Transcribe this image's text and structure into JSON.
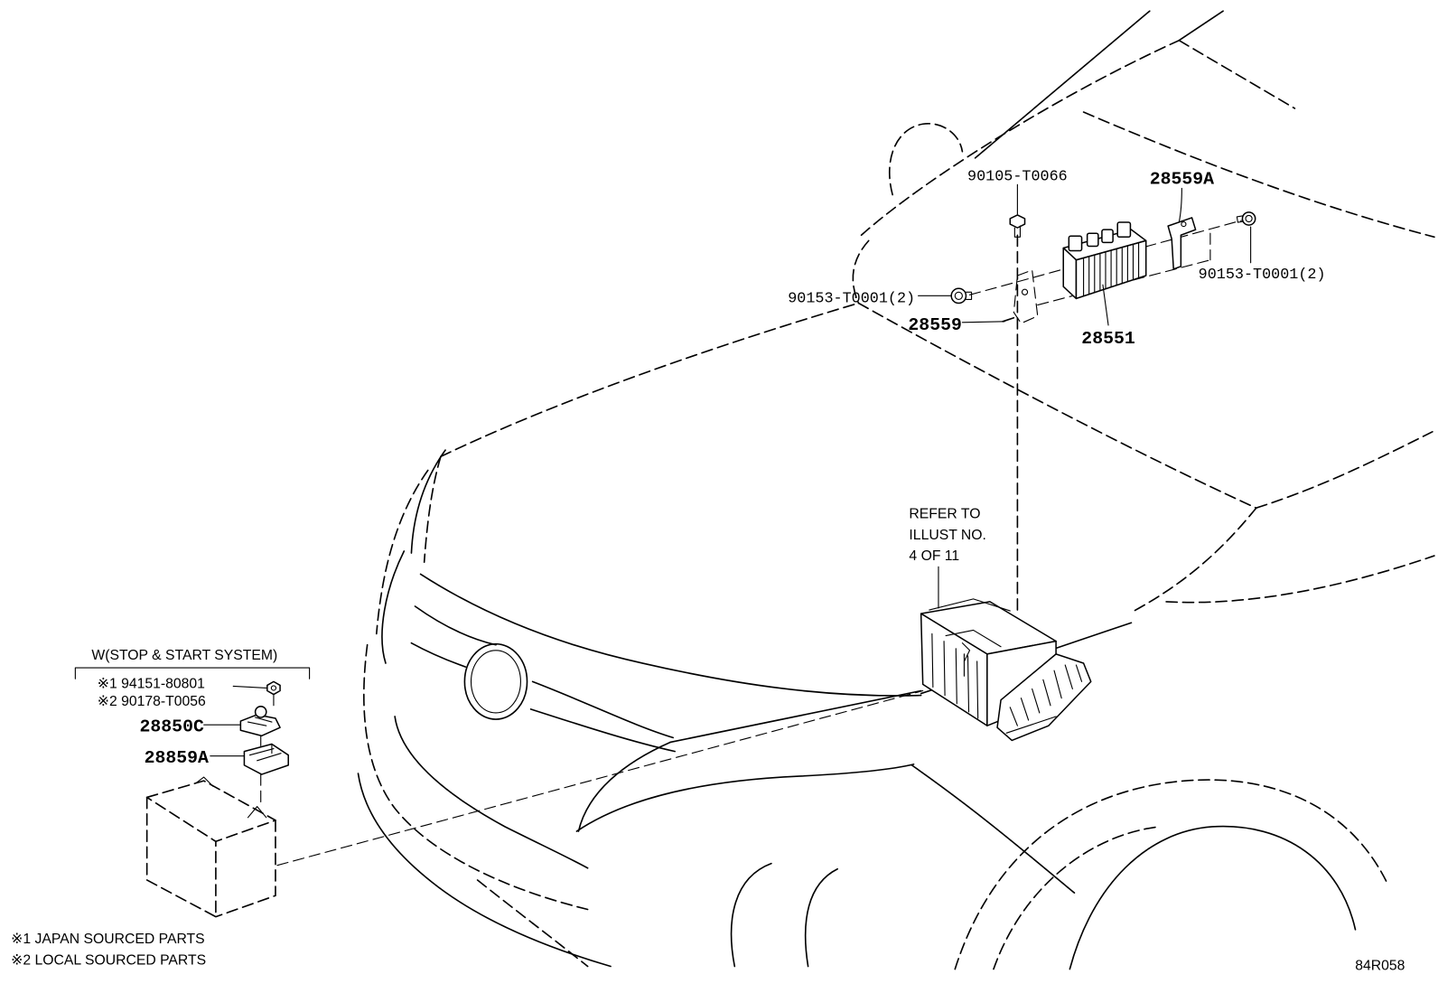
{
  "diagram": {
    "callouts": {
      "bolt_top": "90105-T0066",
      "bracket_right": "28559A",
      "bolt_right": "90153-T0001(2)",
      "bolt_left": "90153-T0001(2)",
      "bracket_left": "28559",
      "module": "28551"
    },
    "reference_note": [
      "REFER TO",
      "ILLUST NO.",
      "4 OF 11"
    ],
    "stop_start": {
      "heading": "W(STOP & START SYSTEM)",
      "part_1": "※1 94151-80801",
      "part_2": "※2 90178-T0056",
      "terminal": "28850C",
      "cover": "28859A"
    },
    "legend": [
      "※1 JAPAN SOURCED PARTS",
      "※2 LOCAL SOURCED PARTS"
    ],
    "illustration_code": "84R058"
  }
}
